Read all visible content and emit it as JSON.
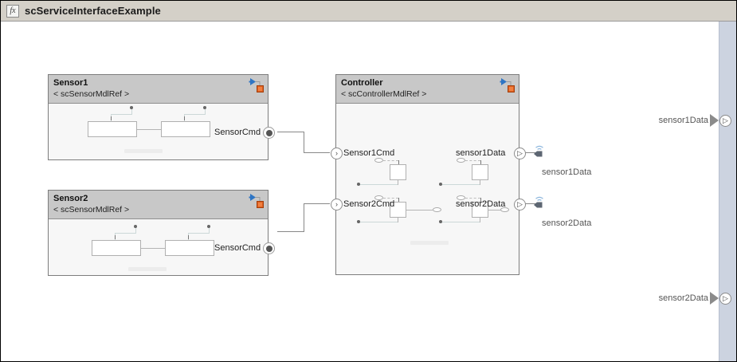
{
  "window": {
    "title": "scServiceInterfaceExample",
    "icon": "fx-icon",
    "icon_glyph": "fx"
  },
  "colors": {
    "titlebar_bg": "#d4d0c8",
    "canvas_bg": "#ffffff",
    "block_header_bg": "#c8c8c8",
    "block_body_bg": "#f7f7f7",
    "block_border": "#7d7d7d",
    "wire": "#888888",
    "badge_arrow": "#2e75c4",
    "badge_square": "#e06020",
    "right_strip": "#ccd3e0",
    "send_icon": "#5d6672",
    "send_wave": "#8fb8de"
  },
  "blocks": [
    {
      "id": "sensor1",
      "name": "Sensor1",
      "reference": "< scSensorMdlRef >",
      "badge": "model-reference-badge",
      "ports": [
        {
          "id": "sensor1-cmd-out",
          "label": "SensorCmd",
          "type": "output",
          "style": "dot"
        }
      ]
    },
    {
      "id": "sensor2",
      "name": "Sensor2",
      "reference": "< scSensorMdlRef >",
      "badge": "model-reference-badge",
      "ports": [
        {
          "id": "sensor2-cmd-out",
          "label": "SensorCmd",
          "type": "output",
          "style": "dot"
        }
      ]
    },
    {
      "id": "controller",
      "name": "Controller",
      "reference": "< scControllerMdlRef >",
      "badge": "model-reference-badge",
      "ports": [
        {
          "id": "controller-sensor1cmd-in",
          "label": "Sensor1Cmd",
          "type": "input",
          "style": "chevron"
        },
        {
          "id": "controller-sensor2cmd-in",
          "label": "Sensor2Cmd",
          "type": "input",
          "style": "chevron"
        },
        {
          "id": "controller-sensor1data-out",
          "label": "sensor1Data",
          "type": "output",
          "style": "triangle"
        },
        {
          "id": "controller-sensor2data-out",
          "label": "sensor2Data",
          "type": "output",
          "style": "triangle"
        }
      ]
    }
  ],
  "send_blocks": [
    {
      "id": "send-sensor1data",
      "label": "sensor1Data",
      "icon": "broadcast-send-icon"
    },
    {
      "id": "send-sensor2data",
      "label": "sensor2Data",
      "icon": "broadcast-send-icon"
    }
  ],
  "root_outports": [
    {
      "id": "root-out-sensor1data",
      "label": "sensor1Data",
      "glyph": "▷"
    },
    {
      "id": "root-out-sensor2data",
      "label": "sensor2Data",
      "glyph": "▷"
    }
  ],
  "glyphs": {
    "input_chevron": "›",
    "output_triangle": "▷"
  }
}
